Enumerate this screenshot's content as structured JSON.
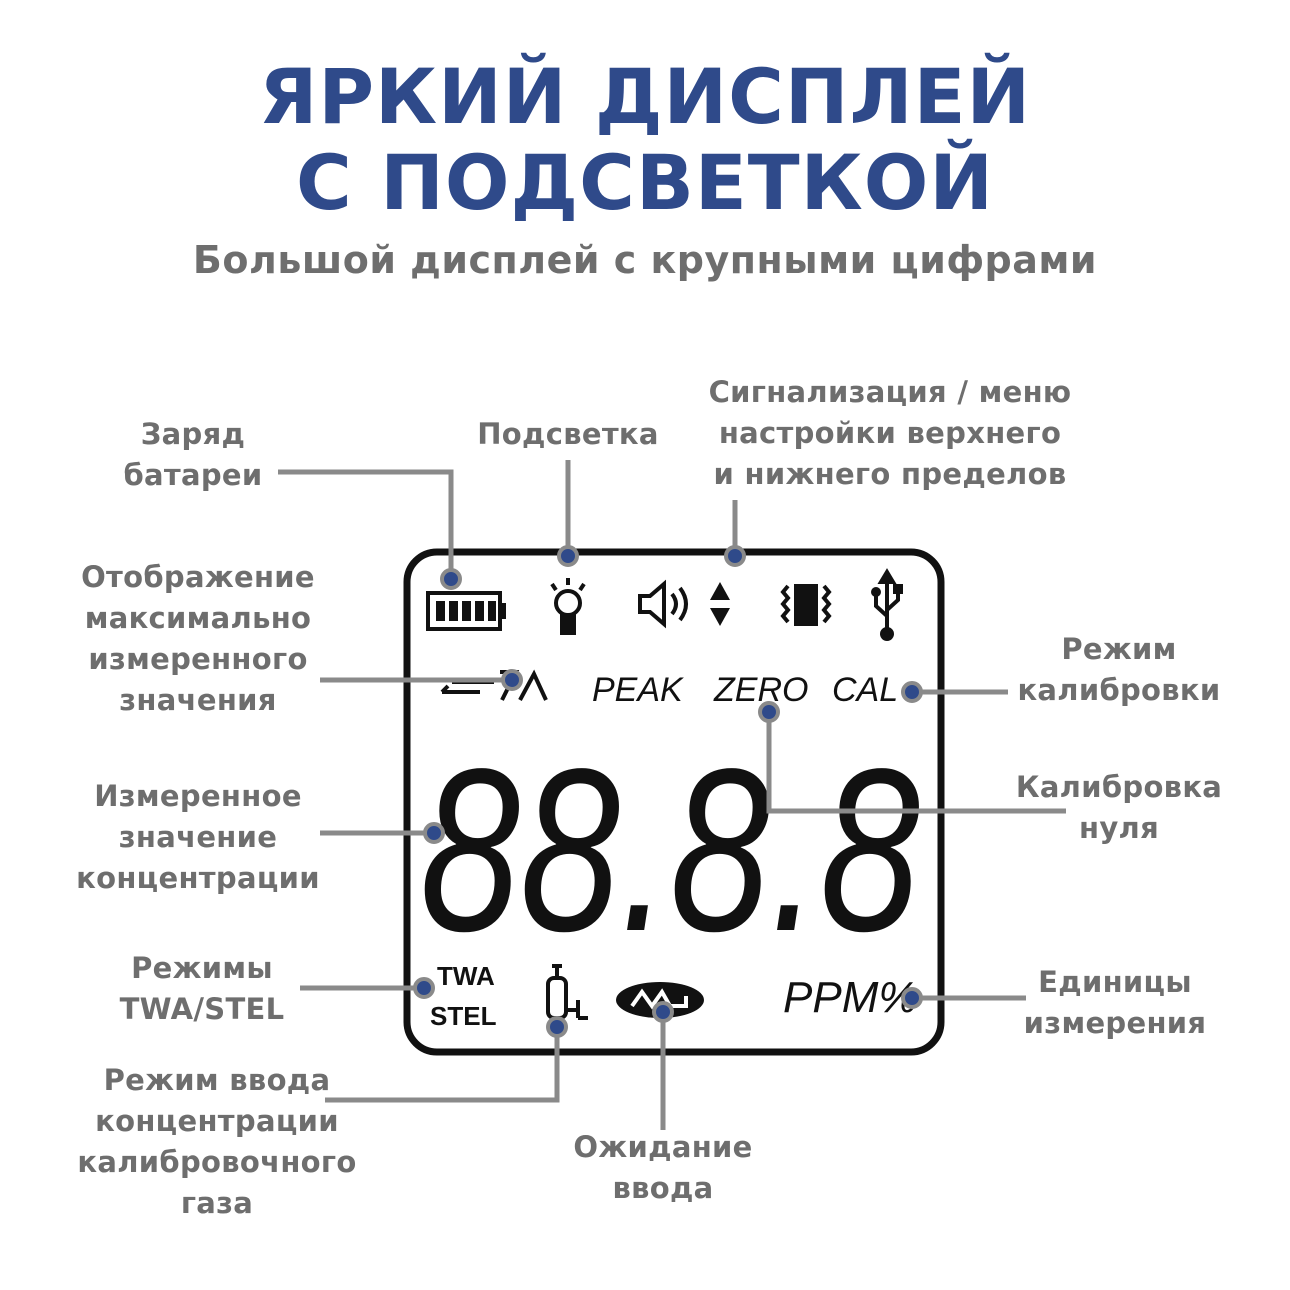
{
  "title": {
    "line1": "ЯРКИЙ ДИСПЛЕЙ",
    "line2": "С ПОДСВЕТКОЙ"
  },
  "subtitle": "Большой дисплей с крупными цифрами",
  "colors": {
    "title": "#2f4a8a",
    "label": "#6e6e6e",
    "leader": "#8a8a8a",
    "dot": "#2f4a8a"
  },
  "labels": {
    "battery": [
      "Заряд",
      "батареи"
    ],
    "backlight": [
      "Подсветка"
    ],
    "alarm": [
      "Сигнализация / меню",
      "настройки верхнего",
      "и нижнего пределов"
    ],
    "max_value": [
      "Отображение",
      "максимально",
      "измеренного",
      "значения"
    ],
    "calibration_mode": [
      "Режим",
      "калибровки"
    ],
    "measured_value": [
      "Измеренное",
      "значение",
      "концентрации"
    ],
    "zero_calibration": [
      "Калибровка",
      "нуля"
    ],
    "twa_stel": [
      "Режимы",
      "TWA/STEL"
    ],
    "units": [
      "Единицы",
      "измерения"
    ],
    "cal_gas": [
      "Режим ввода",
      "концентрации",
      "калибровочного",
      "газа"
    ],
    "waiting": [
      "Ожидание",
      "ввода"
    ]
  },
  "lcd": {
    "digits": "88.8.8",
    "peak": "PEAK",
    "zero": "ZERO",
    "cal": "CAL",
    "twa": "TWA",
    "stel": "STEL",
    "units": "PPM%",
    "icons": [
      "battery-icon",
      "bulb-icon",
      "speaker-icon",
      "arrows-updown-icon",
      "vibration-icon",
      "usb-icon",
      "max-hold-icon",
      "gas-cylinder-icon",
      "wait-input-icon"
    ]
  }
}
